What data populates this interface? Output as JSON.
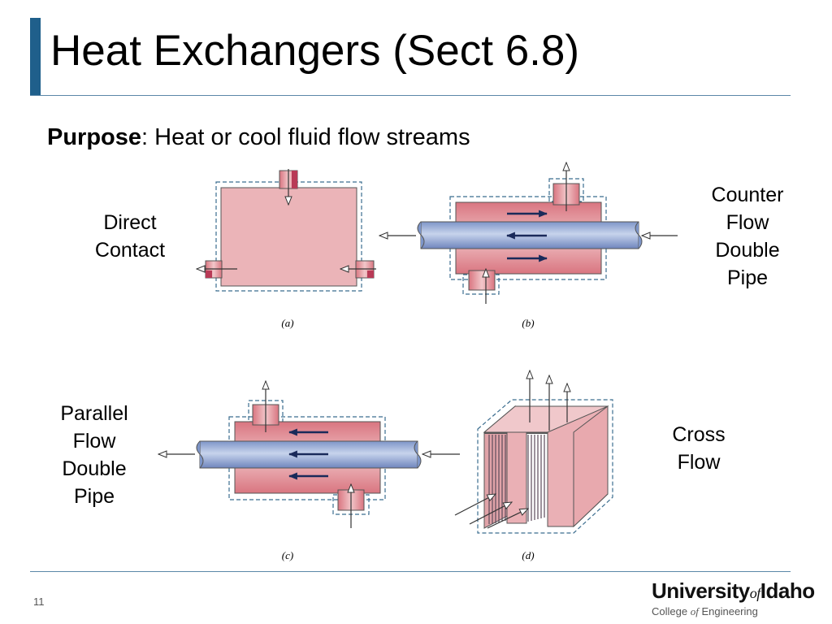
{
  "slide": {
    "title": "Heat Exchangers (Sect 6.8)",
    "purpose_label": "Purpose",
    "purpose_text": ":  Heat or cool fluid flow streams",
    "page_number": "11"
  },
  "diagram": {
    "labels": {
      "a": "Direct\nContact",
      "b": "Counter\nFlow\nDouble\nPipe",
      "c": "Parallel\nFlow\nDouble\nPipe",
      "d": "Cross\nFlow"
    },
    "captions": {
      "a": "(a)",
      "b": "(b)",
      "c": "(c)",
      "d": "(d)"
    }
  },
  "logo": {
    "university": "University",
    "of": "of",
    "idaho": "Idaho",
    "college": "College",
    "of_small": "of",
    "engineering": "Engineering"
  },
  "colors": {
    "accent": "#1f5f8b",
    "shell_fill": "#e9b1b5",
    "shell_dark": "#d97580",
    "tube_fill": "#9fb2d8",
    "dashed_outline": "#3b6d8f"
  }
}
